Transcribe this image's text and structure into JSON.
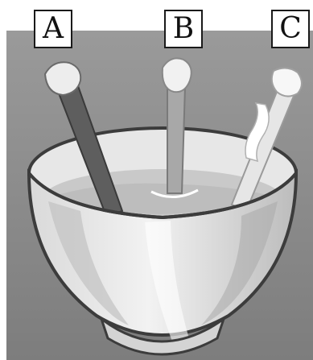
{
  "labels": {
    "a": "A",
    "b": "B",
    "c": "C"
  },
  "colors": {
    "background_gray": "#8f8f8f",
    "bowl_outline": "#3c3c3c",
    "liquid": "#c9c9c9",
    "spoon_a": "#5e5e5e",
    "spoon_b": "#a8a8a8",
    "spoon_c": "#e6e6e6",
    "label_border": "#1a1a1a"
  }
}
